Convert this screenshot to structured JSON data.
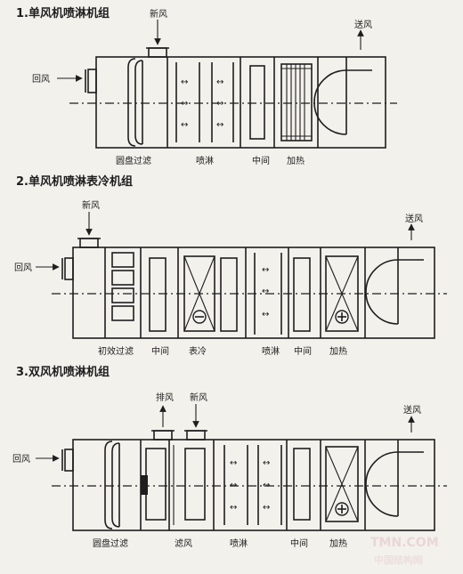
{
  "units": [
    {
      "title": "1.单风机喷淋机组",
      "labels": {
        "xinfeng": "新风",
        "songfeng": "送风",
        "huifeng": "回风",
        "c1": "圆盘过滤",
        "c2": "喷淋",
        "c3": "中间",
        "c4": "加热"
      }
    },
    {
      "title": "2.单风机喷淋表冷机组",
      "labels": {
        "xinfeng": "新风",
        "songfeng": "送风",
        "huifeng": "回风",
        "c1": "初效过滤",
        "c2": "中间",
        "c3": "表冷",
        "c4": "喷淋",
        "c5": "中间",
        "c6": "加热"
      }
    },
    {
      "title": "3.双风机喷淋机组",
      "labels": {
        "paifeng": "排风",
        "xinfeng": "新风",
        "songfeng": "送风",
        "huifeng": "回风",
        "c1": "圆盘过滤",
        "c2": "滤风",
        "c3": "喷淋",
        "c4": "中间",
        "c5": "加热"
      }
    }
  ],
  "watermark": {
    "line1": "TMN.COM",
    "line2": "中国结构网"
  }
}
